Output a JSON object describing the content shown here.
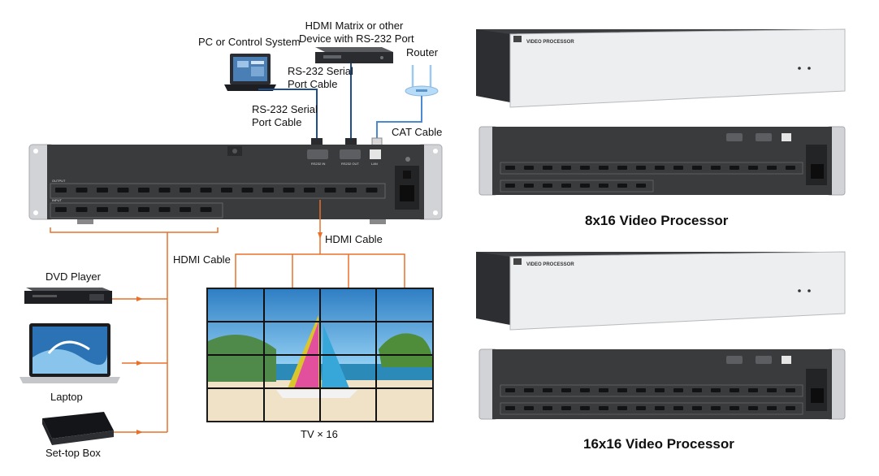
{
  "labels": {
    "pc": "PC or Control System",
    "matrix_line1": "HDMI Matrix or other",
    "matrix_line2": "Device with RS-232 Port",
    "router": "Router",
    "rs232_a_line1": "RS-232 Serial",
    "rs232_a_line2": "Port Cable",
    "rs232_b_line1": "RS-232 Serial",
    "rs232_b_line2": "Port Cable",
    "cat": "CAT Cable",
    "hdmi_out": "HDMI Cable",
    "hdmi_in": "HDMI Cable",
    "dvd": "DVD Player",
    "laptop": "Laptop",
    "stb": "Set-top Box",
    "tv": "TV × 16"
  },
  "device_panel": {
    "output_tag": "OUTPUT",
    "input_tag": "INPUT",
    "rs232_in": "RS232 IN",
    "rs232_out": "RS232 OUT",
    "lan": "LAN"
  },
  "products": [
    {
      "title": "8x16 Video Processor",
      "front_label": "VIDEO PROCESSOR",
      "inputs": 8,
      "outputs": 16
    },
    {
      "title": "16x16 Video Processor",
      "front_label": "VIDEO PROCESSOR",
      "inputs": 16,
      "outputs": 16
    }
  ],
  "colors": {
    "hdmi_cable": "#e8702a",
    "serial_cable": "#1f4e8c",
    "device_body": "#3a3b3d",
    "bracket": "#d2d3d6",
    "front_panel": "#eceef0"
  }
}
